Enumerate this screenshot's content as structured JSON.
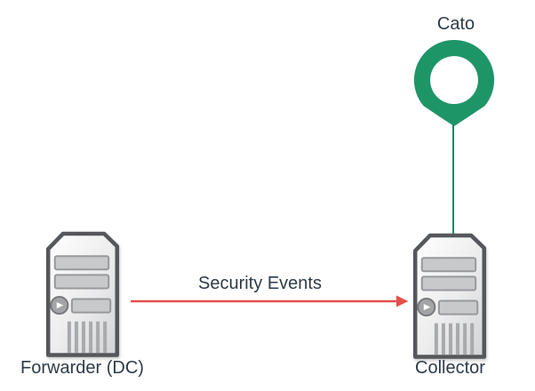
{
  "diagram": {
    "cloud": {
      "label": "Cato",
      "icon": "cato-pin-icon"
    },
    "nodes": [
      {
        "id": "forwarder",
        "label": "Forwarder (DC)",
        "icon": "server-icon"
      },
      {
        "id": "collector",
        "label": "Collector",
        "icon": "server-icon"
      }
    ],
    "edges": [
      {
        "from": "forwarder",
        "to": "collector",
        "label": "Security Events",
        "style": "arrow",
        "color": "#E4504B"
      },
      {
        "from": "cato",
        "to": "collector",
        "label": "",
        "style": "line",
        "color": "#1B8A63"
      }
    ]
  },
  "colors": {
    "cato_green": "#1E9567",
    "connector_green": "#1B8A63",
    "arrow_red": "#E4504B",
    "text_dark": "#2E3B47",
    "server_outline": "#55575B",
    "server_slot": "#C8C9CB",
    "background": "#FFFFFF"
  }
}
